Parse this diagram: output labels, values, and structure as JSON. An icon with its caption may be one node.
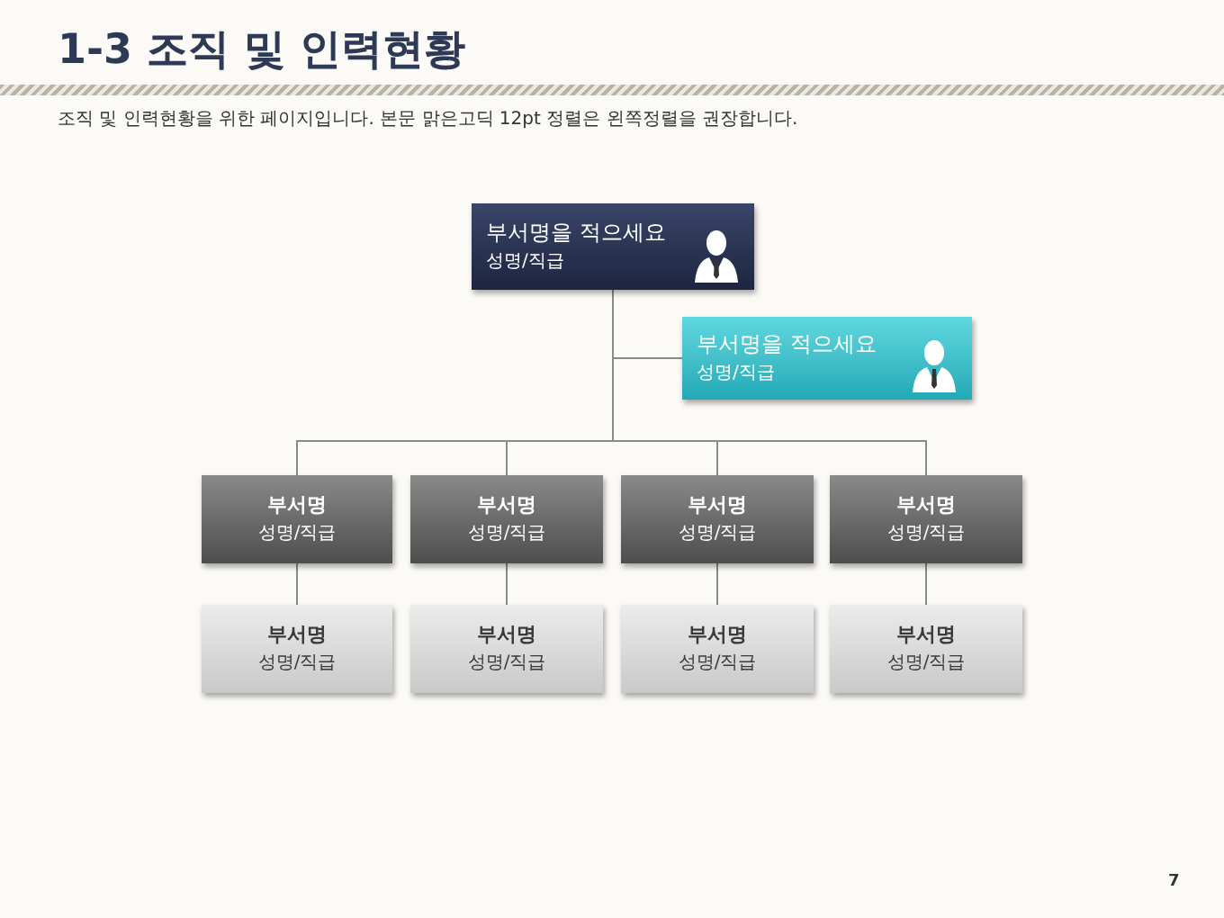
{
  "diagram": {
    "title": "1-3 조직 및 인력현황",
    "nodes": [
      {
        "text": [
          "부서명을 적으세요",
          "성명/직급"
        ]
      },
      {
        "text": [
          "부서명을 적으세요",
          "성명/직급"
        ]
      },
      {
        "text": [
          "부서명",
          "성명/직급"
        ]
      },
      {
        "text": [
          "부서명",
          "성명/직급"
        ]
      },
      {
        "text": [
          "부서명",
          "성명/직급"
        ]
      },
      {
        "text": [
          "부서명",
          "성명/직급"
        ]
      },
      {
        "text": [
          "부서명",
          "성명/직급"
        ]
      },
      {
        "text": [
          "부서명",
          "성명/직급"
        ]
      },
      {
        "text": [
          "부서명",
          "성명/직급"
        ]
      },
      {
        "text": [
          "부서명",
          "성명/직급"
        ]
      }
    ],
    "edges": [
      {
        "from": 0,
        "to": 1,
        "arrow": "none"
      },
      {
        "from": 0,
        "to": 2,
        "arrow": "none"
      },
      {
        "from": 0,
        "to": 3,
        "arrow": "none"
      },
      {
        "from": 0,
        "to": 4,
        "arrow": "none"
      },
      {
        "from": 0,
        "to": 5,
        "arrow": "none"
      },
      {
        "from": 2,
        "to": 6,
        "arrow": "none"
      },
      {
        "from": 3,
        "to": 7,
        "arrow": "none"
      },
      {
        "from": 4,
        "to": 8,
        "arrow": "none"
      },
      {
        "from": 5,
        "to": 9,
        "arrow": "none"
      }
    ],
    "labels": [
      "조직 및 인력현황을 위한 페이지입니다. 본문 맑은고딕 12pt 정렬은 왼쪽정렬을 권장합니다.",
      "7"
    ]
  }
}
